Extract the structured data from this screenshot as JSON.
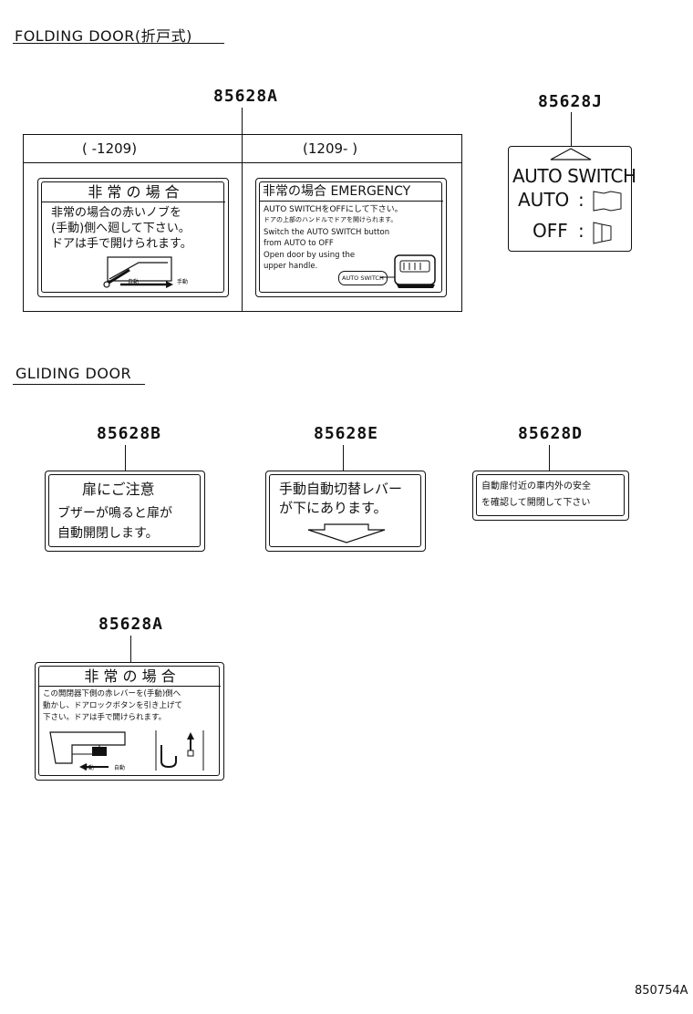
{
  "folding": {
    "title": "FOLDING DOOR(折戸式)",
    "part_a": "85628A",
    "part_j": "85628J",
    "col1_head": "(      -1209)",
    "col2_head": "(1209-      )",
    "a1": {
      "heading": "非 常 の 場 合",
      "line1": "非常の場合の赤いノブを",
      "line2": "(手動)側へ廻して下さい。",
      "line3": "ドアは手で開けられます。",
      "knob_l": "自動",
      "knob_r": "手動"
    },
    "a2": {
      "heading": "非常の場合 EMERGENCY",
      "line1": "AUTO SWITCHをOFFにして下さい。",
      "line2": "ドアの上部のハンドルでドアを開けられます。",
      "line3": "Switch the AUTO SWITCH button",
      "line4": "from AUTO to OFF",
      "line5": "Open door by using the",
      "line6": "upper handle.",
      "btn": "AUTO SWITCH"
    },
    "j": {
      "title": "AUTO SWITCH",
      "auto": "AUTO",
      "off": "OFF",
      "colon": ":"
    }
  },
  "gliding": {
    "title": "GLIDING DOOR",
    "part_b": "85628B",
    "part_e": "85628E",
    "part_d": "85628D",
    "part_a": "85628A",
    "b": {
      "line1": "扉にご注意",
      "line2": "ブザーが鳴ると扉が",
      "line3": "自動開閉します。"
    },
    "e": {
      "line1": "手動自動切替レバー",
      "line2": "が下にあります。"
    },
    "d": {
      "line1": "自動扉付近の車内外の安全",
      "line2": "を確認して開閉して下さい"
    },
    "a": {
      "heading": "非 常 の 場 合",
      "line1": "この開閉器下側の赤レバーを(手動)側へ",
      "line2": "動かし、ドアロックボタンを引き上げて",
      "line3": "下さい。ドアは手で開けられます。",
      "lever_l": "手動",
      "lever_r": "自動"
    }
  },
  "footer": "850754A"
}
